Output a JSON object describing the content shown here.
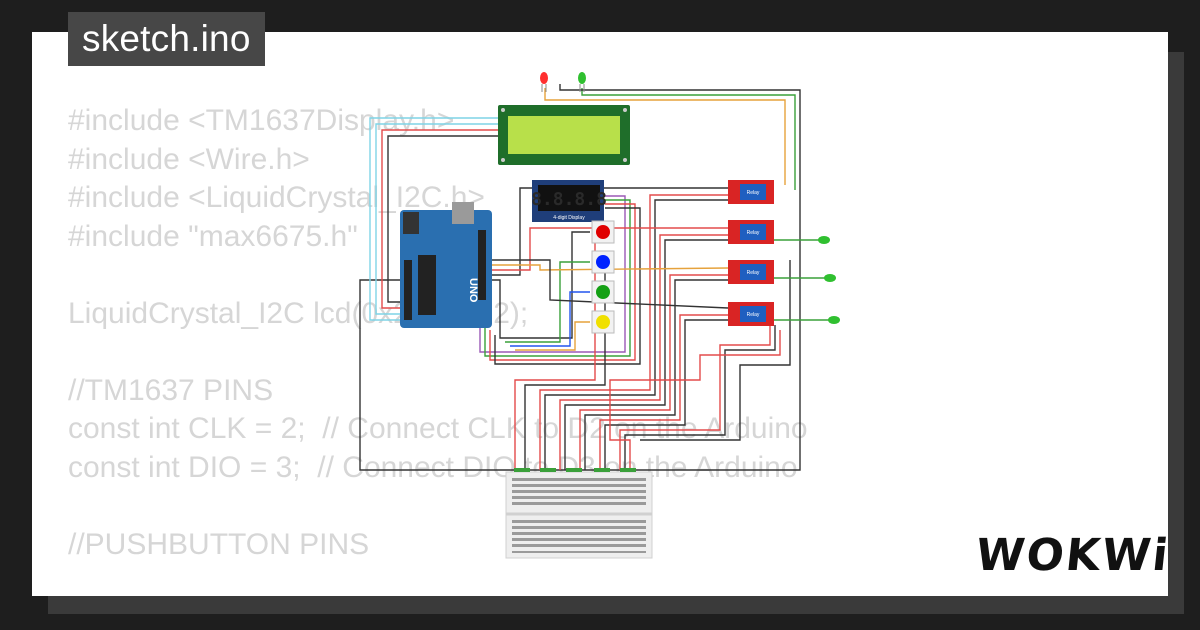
{
  "file": {
    "name": "sketch.ino"
  },
  "code_lines": [
    "#include <TM1637Display.h>",
    "#include <Wire.h>",
    "#include <LiquidCrystal_I2C.h>",
    "#include \"max6675.h\"",
    "",
    "LiquidCrystal_I2C lcd(0x27, 16, 2);",
    "",
    "//TM1637 PINS",
    "const int CLK = 2;  // Connect CLK to D2 on the Arduino",
    "const int DIO = 3;  // Connect DIO to D3 on the Arduino",
    "",
    "//PUSHBUTTON PINS"
  ],
  "brand": {
    "name": "WOKWi"
  },
  "board": {
    "label": "UNO"
  },
  "display": {
    "digits": "8.8.8.8",
    "caption": "4-digit Display"
  },
  "relays": [
    {
      "label": "Relay"
    },
    {
      "label": "Relay"
    },
    {
      "label": "Relay"
    },
    {
      "label": "Relay"
    }
  ],
  "buttons": [
    {
      "color": "#e00000"
    },
    {
      "color": "#0022ff"
    },
    {
      "color": "#14a014"
    },
    {
      "color": "#f0e000"
    }
  ],
  "colors": {
    "lcd_screen": "#b8e04a",
    "lcd_frame": "#1f6e2a",
    "arduino": "#2a6fb0",
    "relay": "#d92424",
    "relay_module": "#1f5fc0",
    "led_red": "#ff3030",
    "led_green": "#30c030"
  }
}
